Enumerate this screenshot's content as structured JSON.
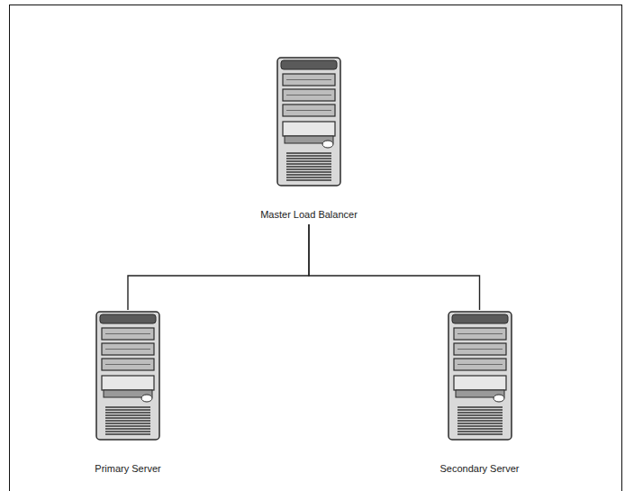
{
  "diagram": {
    "nodes": [
      {
        "text": [
          "Master Load Balancer"
        ]
      },
      {
        "text": [
          "Primary Server"
        ]
      },
      {
        "text": [
          "Secondary Server"
        ]
      }
    ],
    "edges": [
      {
        "from": 0,
        "to": 1,
        "arrow": "none"
      },
      {
        "from": 0,
        "to": 2,
        "arrow": "none"
      }
    ]
  }
}
